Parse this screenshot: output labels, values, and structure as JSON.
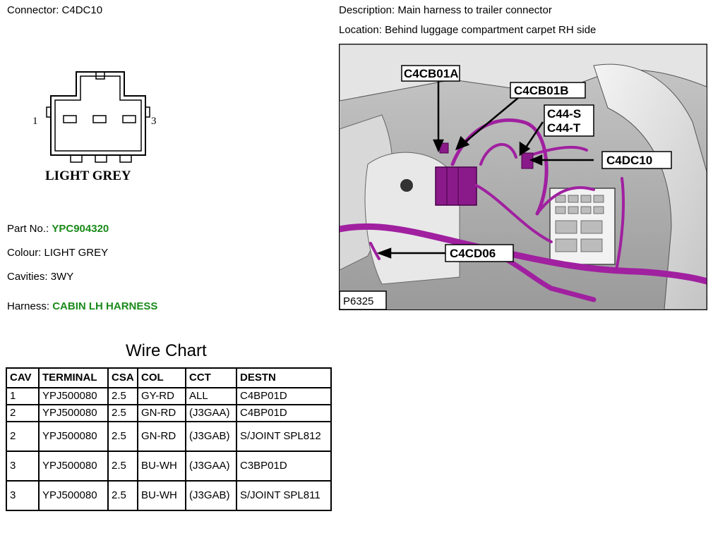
{
  "connector": {
    "label": "Connector:",
    "value": "C4DC10"
  },
  "description": {
    "label": "Description:",
    "value": "Main harness to trailer connector"
  },
  "location": {
    "label": "Location:",
    "value": "Behind luggage compartment carpet RH side"
  },
  "diagram": {
    "pin_left": "1",
    "pin_right": "3",
    "color_text": "LIGHT GREY"
  },
  "part_no": {
    "label": "Part No.:",
    "value": "YPC904320"
  },
  "colour": {
    "label": "Colour:",
    "value": "LIGHT GREY"
  },
  "cavities": {
    "label": "Cavities:",
    "value": "3WY"
  },
  "harness": {
    "label": "Harness:",
    "value": "CABIN LH HARNESS"
  },
  "photo": {
    "callouts": [
      "C4CB01A",
      "C4CB01B",
      "C44-S",
      "C44-T",
      "C4DC10",
      "C4CD06"
    ],
    "ref": "P6325"
  },
  "wire_chart": {
    "title": "Wire Chart",
    "headers": [
      "CAV",
      "TERMINAL",
      "CSA",
      "COL",
      "CCT",
      "DESTN"
    ],
    "rows": [
      [
        "1",
        "YPJ500080",
        "2.5",
        "GY-RD",
        "ALL",
        "C4BP01D"
      ],
      [
        "2",
        "YPJ500080",
        "2.5",
        "GN-RD",
        "(J3GAA)",
        "C4BP01D"
      ],
      [
        "2",
        "YPJ500080",
        "2.5",
        "GN-RD",
        "(J3GAB)",
        "S/JOINT SPL812"
      ],
      [
        "3",
        "YPJ500080",
        "2.5",
        "BU-WH",
        "(J3GAA)",
        "C3BP01D"
      ],
      [
        "3",
        "YPJ500080",
        "2.5",
        "BU-WH",
        "(J3GAB)",
        "S/JOINT SPL811"
      ]
    ]
  },
  "colors": {
    "green_text": "#1a8a1a",
    "harness_purple": "#a020a0"
  }
}
